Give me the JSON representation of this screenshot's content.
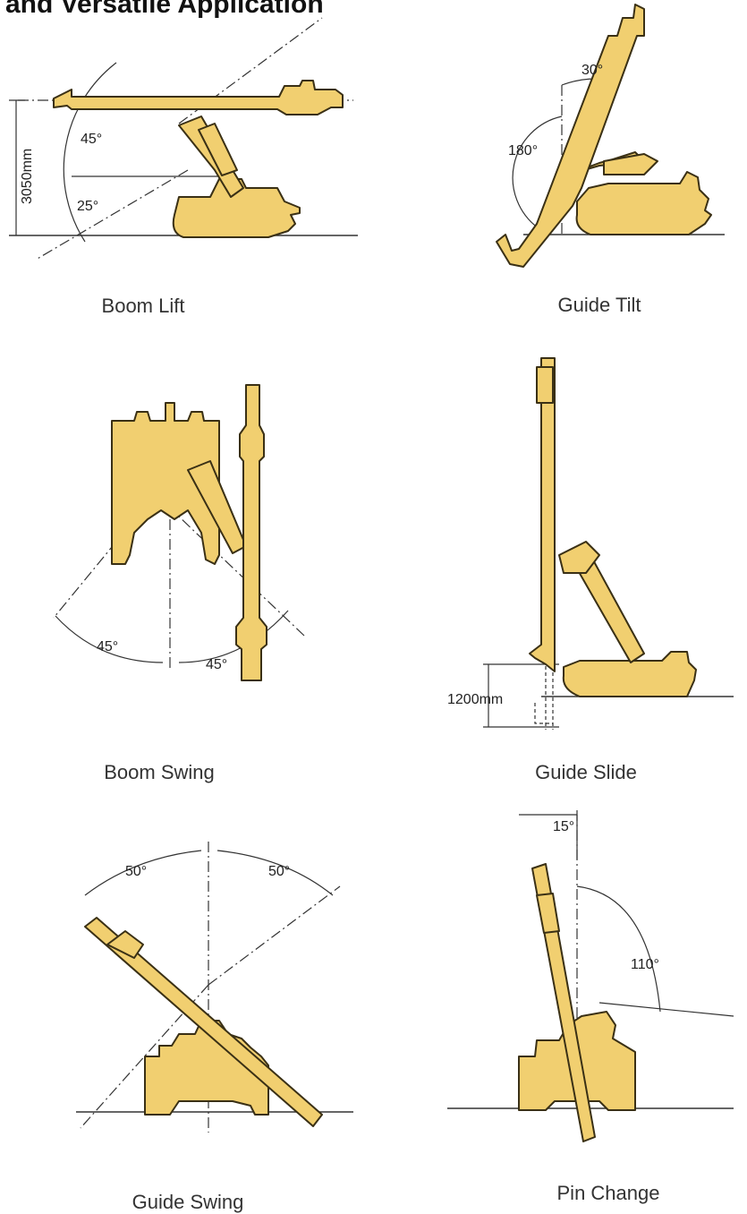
{
  "header": {
    "title": "and Versatile Application"
  },
  "panels": {
    "boom_lift": {
      "caption": "Boom Lift",
      "height": "3050mm",
      "angle_up": "45°",
      "angle_down": "25°"
    },
    "guide_tilt": {
      "caption": "Guide Tilt",
      "angle_a": "30°",
      "angle_b": "180°"
    },
    "boom_swing": {
      "caption": "Boom Swing",
      "angle_left": "45°",
      "angle_right": "45°"
    },
    "guide_slide": {
      "caption": "Guide Slide",
      "slide": "1200mm"
    },
    "guide_swing": {
      "caption": "Guide Swing",
      "angle_left": "50°",
      "angle_right": "50°"
    },
    "pin_change": {
      "caption": "Pin Change",
      "angle_a": "15°",
      "angle_b": "110°"
    }
  },
  "colors": {
    "machine_fill": "#f1cf70",
    "outline": "#3a3015"
  }
}
